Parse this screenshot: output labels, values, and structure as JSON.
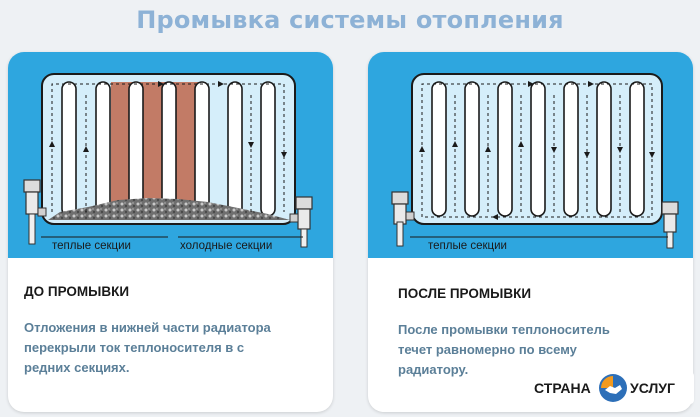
{
  "title": "Промывка системы отопления",
  "before": {
    "heading": "ДО ПРОМЫВКИ",
    "description": "Отложения в нижней части радиатора\nперекрыли ток теплоносителя в с\nредних секциях.",
    "label_warm": "теплые секции",
    "label_cold": "холодные секции"
  },
  "after": {
    "heading": "ПОСЛЕ ПРОМЫВКИ",
    "description": "После промывки теплоноситель\nтечет равномерно по всему\nрадиатору.",
    "label_warm": "теплые секции"
  },
  "watermark": {
    "left": "СТРАНА",
    "right": "УСЛУГ"
  },
  "colors": {
    "title": "#8db2d6",
    "panel": "#2ea6df",
    "cold_section": "#c27b66",
    "sediment": "#8d8d8d",
    "description": "#5b7f98"
  },
  "icons": [
    "radiator-icon",
    "valve-icon",
    "flow-arrow-icon",
    "handshake-icon"
  ]
}
